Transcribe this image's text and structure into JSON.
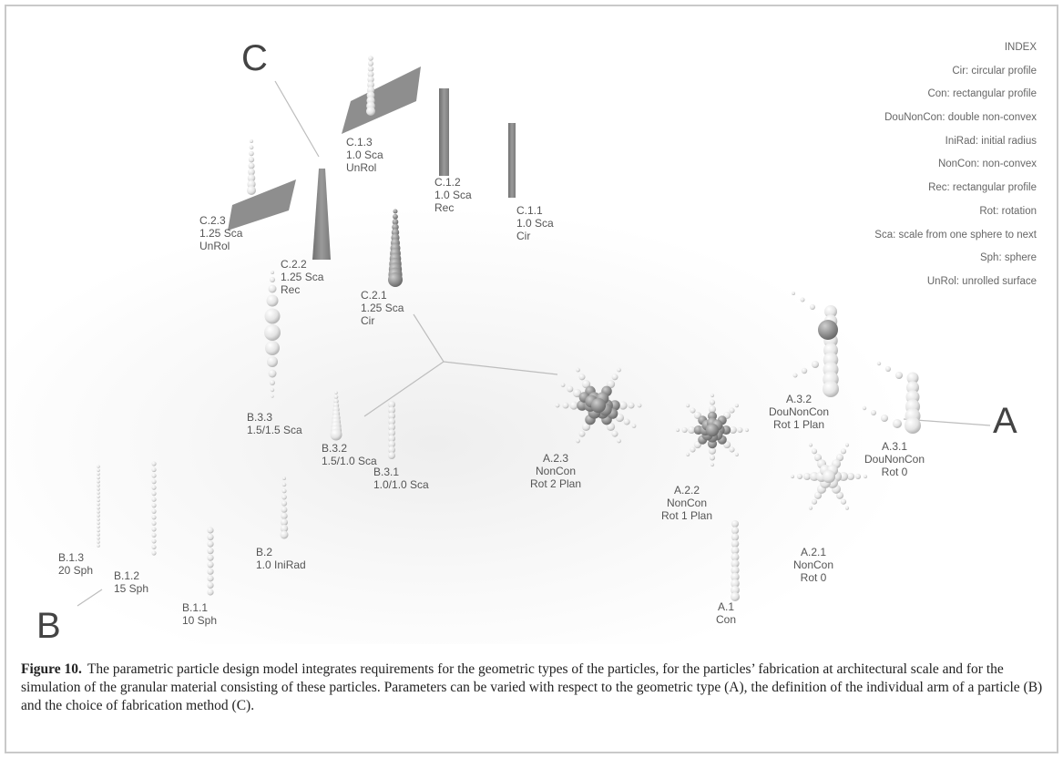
{
  "figure": {
    "caption_label": "Figure 10.",
    "caption_text": "The parametric particle design model integrates requirements for the geometric types of the particles, for the particles’ fabrication at architectural scale and for the simulation of the granular material consisting of these particles. Parameters can be varied with respect to the geometric type (A), the definition of the individual arm of a particle (B) and the choice of fabrication method (C).",
    "group_letters": {
      "a": "A",
      "b": "B",
      "c": "C"
    },
    "index": {
      "title": "INDEX",
      "entries": [
        "Cir: circular profile",
        "Con: rectangular profile",
        "DouNonCon: double non-convex",
        "IniRad: initial radius",
        "NonCon: non-convex",
        "Rec: rectangular profile",
        "Rot: rotation",
        "Sca: scale from one sphere to next",
        "Sph: sphere",
        "UnRol: unrolled surface"
      ]
    },
    "labels": {
      "c13": "C.1.3\n1.0 Sca\nUnRol",
      "c12": "C.1.2\n1.0 Sca\nRec",
      "c11": "C.1.1\n1.0 Sca\nCir",
      "c23": "C.2.3\n1.25 Sca\nUnRol",
      "c22": "C.2.2\n1.25 Sca\nRec",
      "c21": "C.2.1\n1.25 Sca\nCir",
      "b33": "B.3.3\n1.5/1.5 Sca",
      "b32": "B.3.2\n1.5/1.0 Sca",
      "b31": "B.3.1\n1.0/1.0 Sca",
      "b2": "B.2\n1.0 IniRad",
      "b13": "B.1.3\n20 Sph",
      "b12": "B.1.2\n15 Sph",
      "b11": "B.1.1\n10 Sph",
      "a23": "A.2.3\nNonCon\nRot 2 Plan",
      "a22": "A.2.2\nNonCon\nRot 1 Plan",
      "a21": "A.2.1\nNonCon\nRot 0",
      "a1": "A.1\nCon",
      "a32": "A.3.2\nDouNonCon\nRot 1 Plan",
      "a31": "A.3.1\nDouNonCon\nRot 0"
    }
  }
}
